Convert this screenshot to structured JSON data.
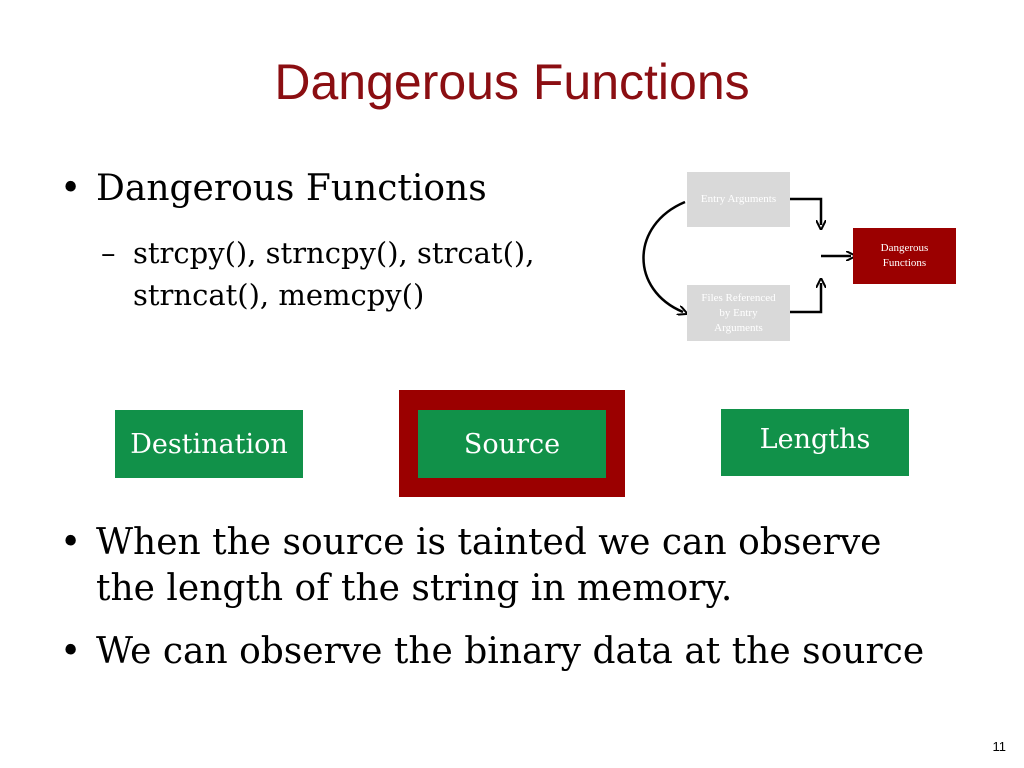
{
  "slide": {
    "title": "Dangerous Functions",
    "page_number": "11"
  },
  "bullets_top": {
    "main": "Dangerous Functions",
    "sub_line1": "strcpy(), strncpy(), strcat(),",
    "sub_line2": "strncat(), memcpy()"
  },
  "flow_diagram": {
    "entry_arguments": "Entry Arguments",
    "files_line1": "Files Referenced",
    "files_line2": "by Entry",
    "files_line3": "Arguments",
    "dangerous_line1": "Dangerous",
    "dangerous_line2": "Functions"
  },
  "params": {
    "destination": "Destination",
    "source": "Source",
    "lengths": "Lengths"
  },
  "bullets_bottom": {
    "item1_line1": "When the source is tainted we can observe",
    "item1_line2": "the length of the string in memory.",
    "item2": "We can observe the binary data at the source"
  },
  "glyphs": {
    "bullet": "•",
    "dash": "–"
  },
  "colors": {
    "title": "#8b0e12",
    "param_green": "#119149",
    "highlight_red": "#9b0000",
    "flow_gray": "#d9d9d9"
  }
}
